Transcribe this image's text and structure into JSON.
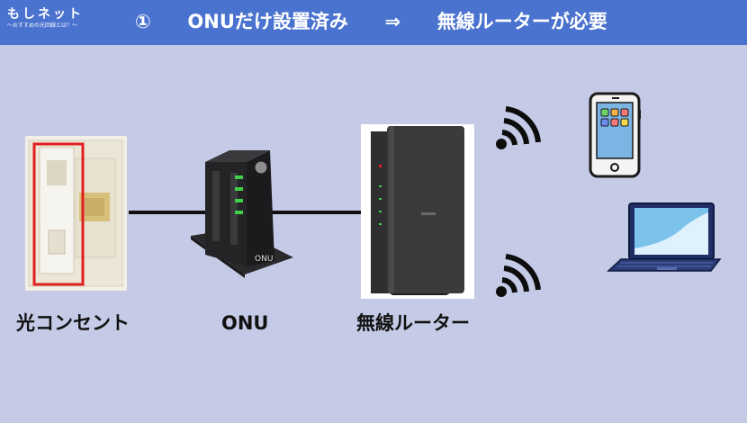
{
  "header": {
    "logo_title": "もしネット",
    "logo_subtitle": "〜おすすめの光回線とは？〜",
    "step_number": "①",
    "step_text": "ONUだけ設置済み",
    "arrow": "⇒",
    "requirement_text": "無線ルーターが必要"
  },
  "devices": {
    "outlet_label": "光コンセント",
    "onu_label": "ONU",
    "router_label": "無線ルーター",
    "onu_device_text": "ONU"
  },
  "colors": {
    "header_bg": "#4a72cf",
    "page_bg": "#c5cbe6",
    "highlight": "#e02020",
    "device_dark": "#2b2b2d",
    "led_green": "#3fcf4a"
  },
  "icons": [
    "outlet-photo",
    "onu-device-icon",
    "router-photo",
    "wifi-icon",
    "smartphone-icon",
    "laptop-icon"
  ]
}
